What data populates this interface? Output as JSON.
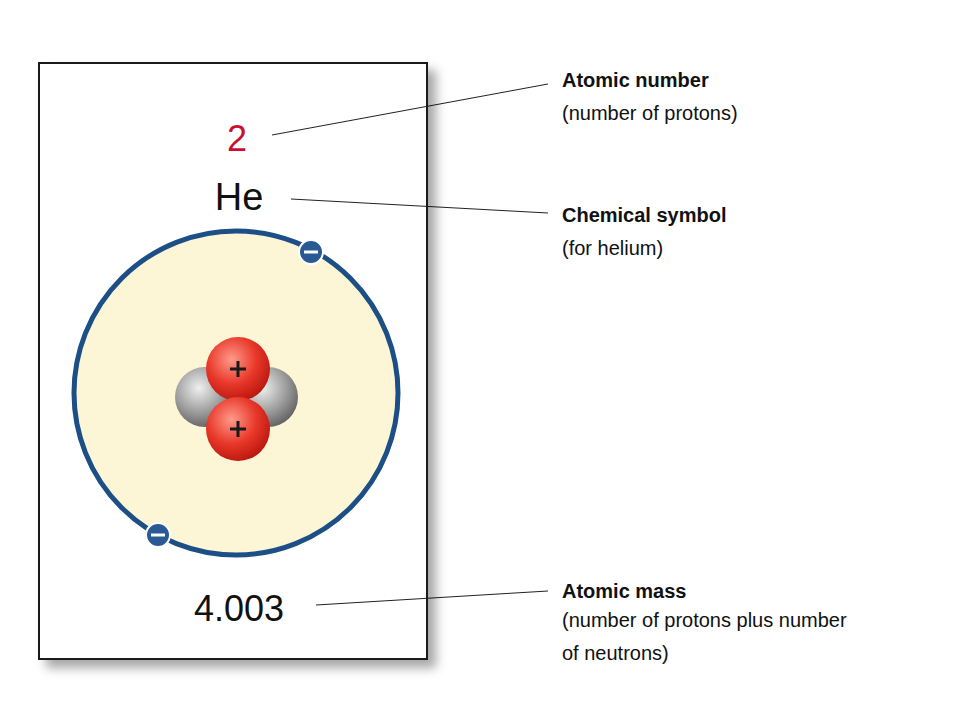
{
  "diagram": {
    "nodes": [
      {
        "text": [
          "2",
          "He",
          "4.003"
        ]
      }
    ],
    "labels": [
      "Atomic number",
      "(number of protons)",
      "Chemical symbol",
      "(for helium)",
      "Atomic mass",
      "(number of protons plus number of neutrons)"
    ]
  }
}
